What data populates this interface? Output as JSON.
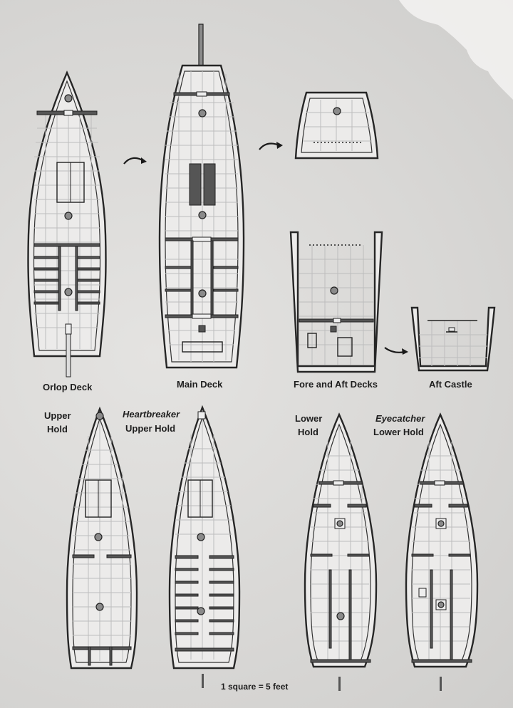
{
  "page": {
    "scale_note": "1 square = 5 feet"
  },
  "maps": [
    {
      "id": "orlop",
      "label": "Orlop Deck"
    },
    {
      "id": "main",
      "label": "Main Deck"
    },
    {
      "id": "fore-aft",
      "label": "Fore and Aft Decks"
    },
    {
      "id": "aft-castle",
      "label": "Aft Castle"
    },
    {
      "id": "upper-hold",
      "label_line1": "Upper",
      "label_line2": "Hold"
    },
    {
      "id": "heartbreaker-upper-hold",
      "label_line1": "Heartbreaker",
      "label_line2": "Upper Hold"
    },
    {
      "id": "lower-hold",
      "label_line1": "Lower",
      "label_line2": "Hold"
    },
    {
      "id": "eyecatcher-lower-hold",
      "label_line1": "Eyecatcher",
      "label_line2": "Lower Hold"
    }
  ],
  "icons": {
    "mast": "circle-hatched",
    "stairs": "stair-lines",
    "hatch": "rectangle",
    "arrow": "curved-arrow"
  },
  "colors": {
    "paper": "#dcdbd9",
    "ink": "#1e1e1e",
    "grid": "#bdbdbd"
  }
}
